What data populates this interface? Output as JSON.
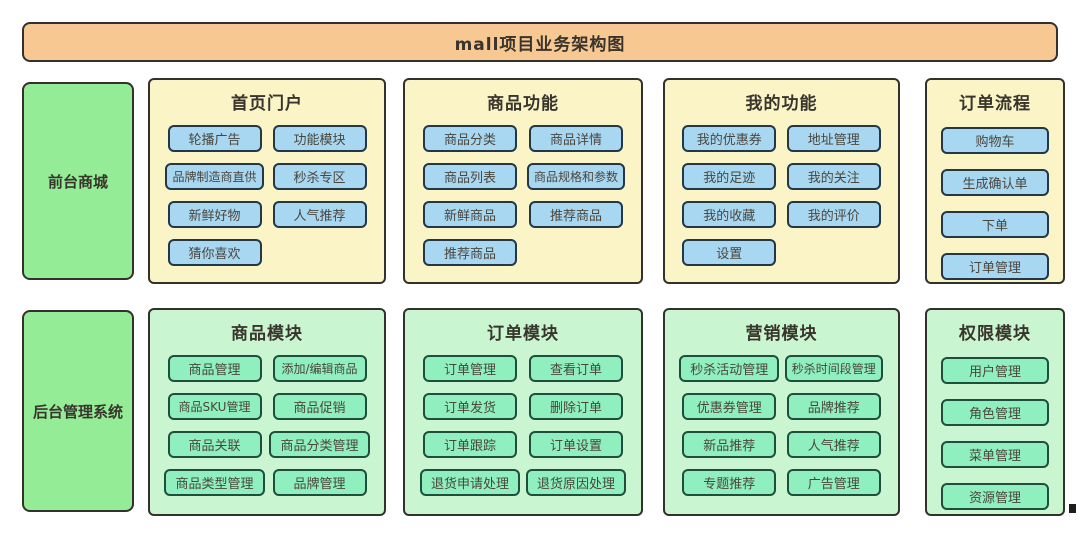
{
  "banner": {
    "title": "mall项目业务架构图"
  },
  "rows": [
    {
      "label": "前台商城",
      "panels": [
        {
          "id": "home-portal",
          "title": "首页门户",
          "buttons": [
            "轮播广告",
            "功能模块",
            "品牌制造商直供",
            "秒杀专区",
            "新鲜好物",
            "人气推荐",
            "猜你喜欢"
          ]
        },
        {
          "id": "product-features",
          "title": "商品功能",
          "buttons": [
            "商品分类",
            "商品详情",
            "商品列表",
            "商品规格和参数",
            "新鲜商品",
            "推荐商品",
            "推荐商品"
          ]
        },
        {
          "id": "my-features",
          "title": "我的功能",
          "buttons": [
            "我的优惠券",
            "地址管理",
            "我的足迹",
            "我的关注",
            "我的收藏",
            "我的评价",
            "设置"
          ]
        },
        {
          "id": "order-flow",
          "title": "订单流程",
          "single_column": true,
          "buttons": [
            "购物车",
            "生成确认单",
            "下单",
            "订单管理"
          ]
        }
      ]
    },
    {
      "label": "后台管理系统",
      "panels": [
        {
          "id": "product-module",
          "title": "商品模块",
          "buttons": [
            "商品管理",
            "添加/编辑商品",
            "商品SKU管理",
            "商品促销",
            "商品关联",
            "商品分类管理",
            "商品类型管理",
            "品牌管理"
          ]
        },
        {
          "id": "order-module",
          "title": "订单模块",
          "buttons": [
            "订单管理",
            "查看订单",
            "订单发货",
            "删除订单",
            "订单跟踪",
            "订单设置",
            "退货申请处理",
            "退货原因处理"
          ]
        },
        {
          "id": "marketing-module",
          "title": "营销模块",
          "buttons": [
            "秒杀活动管理",
            "秒杀时间段管理",
            "优惠券管理",
            "品牌推荐",
            "新品推荐",
            "人气推荐",
            "专题推荐",
            "广告管理"
          ]
        },
        {
          "id": "permission-module",
          "title": "权限模块",
          "single_column": true,
          "buttons": [
            "用户管理",
            "角色管理",
            "菜单管理",
            "资源管理"
          ]
        }
      ]
    }
  ],
  "colors": {
    "banner_fill": "#F8C893",
    "yellow_panel_fill": "#FAF4C6",
    "blue_node_fill": "#A8D7F2",
    "green_label_fill": "#94ED96",
    "green_panel_fill": "#C9F6D0",
    "green_node_fill": "#8FEFBE",
    "outline": "#33312C"
  }
}
